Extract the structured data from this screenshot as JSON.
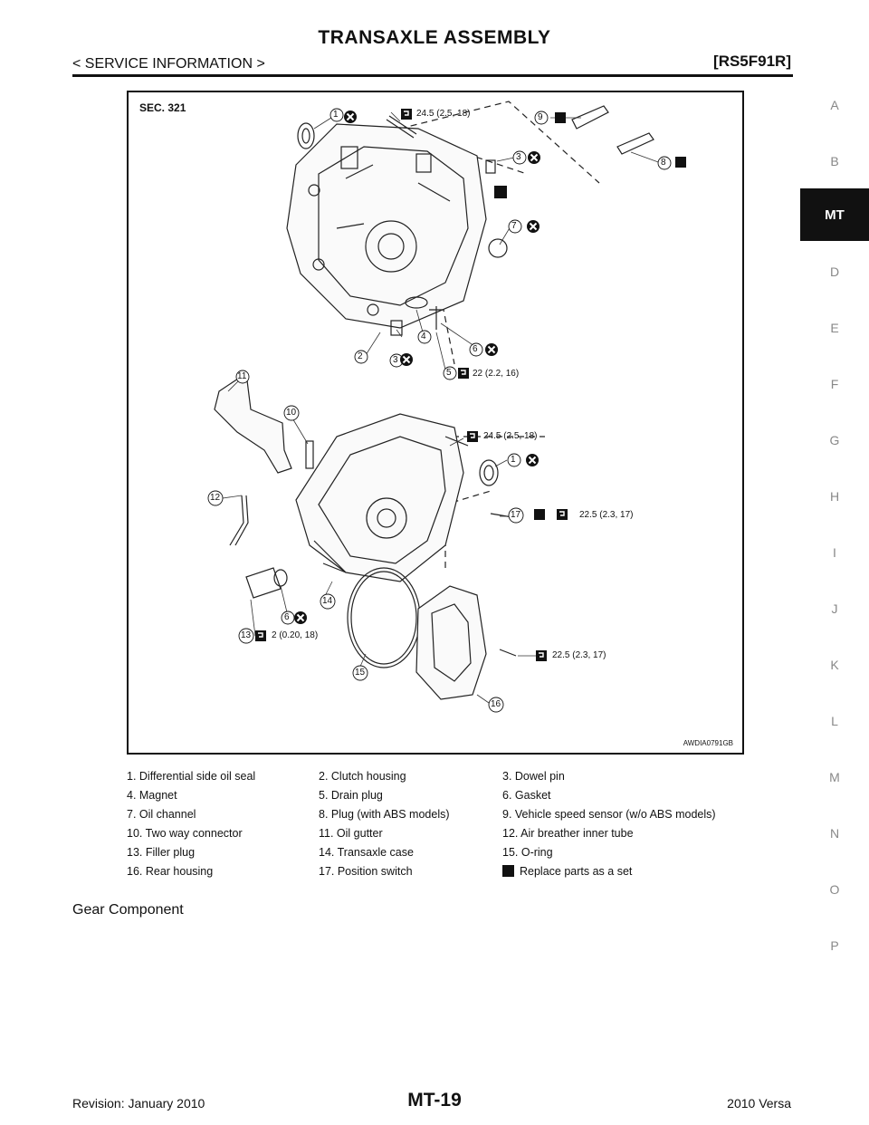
{
  "header": {
    "title": "TRANSAXLE ASSEMBLY",
    "subtitle": "< SERVICE INFORMATION >",
    "code": "[RS5F91R]"
  },
  "side_index": {
    "letters_top": [
      "A",
      "B"
    ],
    "active": "MT",
    "letters_bottom": [
      "D",
      "E",
      "F",
      "G",
      "H",
      "I",
      "J",
      "K",
      "L",
      "M",
      "N",
      "O",
      "P"
    ]
  },
  "figure": {
    "section": "SEC. 321",
    "id": "AWDIA0791GB",
    "callouts": [
      {
        "num": "1",
        "text": ""
      },
      {
        "num": "",
        "text": "24.5 (2.5, 18)"
      },
      {
        "num": "9",
        "text": ""
      },
      {
        "num": "3",
        "text": ""
      },
      {
        "num": "8",
        "text": ""
      },
      {
        "num": "7",
        "text": ""
      },
      {
        "num": "4",
        "text": ""
      },
      {
        "num": "2",
        "text": ""
      },
      {
        "num": "3",
        "text": ""
      },
      {
        "num": "6",
        "text": ""
      },
      {
        "num": "5",
        "text": "22 (2.2, 16)"
      },
      {
        "num": "11",
        "text": ""
      },
      {
        "num": "10",
        "text": ""
      },
      {
        "num": "",
        "text": "24.5 (2.5, 18)"
      },
      {
        "num": "1",
        "text": ""
      },
      {
        "num": "12",
        "text": ""
      },
      {
        "num": "17",
        "text": "22.5 (2.3, 17)"
      },
      {
        "num": "14",
        "text": ""
      },
      {
        "num": "6",
        "text": ""
      },
      {
        "num": "13",
        "text": "2 (0.20, 18)"
      },
      {
        "num": "",
        "text": "22.5 (2.3, 17)"
      },
      {
        "num": "15",
        "text": ""
      },
      {
        "num": "16",
        "text": ""
      }
    ]
  },
  "legend": [
    "1.  Differential side oil seal",
    "2.  Clutch housing",
    "3.  Dowel pin",
    "4.  Magnet",
    "5.  Drain plug",
    "6.  Gasket",
    "7.  Oil channel",
    "8.  Plug (with ABS models)",
    "9.  Vehicle speed sensor (w/o ABS models)",
    "10.  Two way connector",
    "11.  Oil gutter",
    "12.  Air breather inner tube",
    "13.  Filler plug",
    "14.  Transaxle case",
    "15.  O-ring",
    "16.  Rear housing",
    "17.  Position switch",
    "Replace parts as a set"
  ],
  "section_heading": "Gear Component",
  "footer": {
    "revision": "Revision: January 2010",
    "page": "MT-19",
    "model": "2010 Versa"
  }
}
